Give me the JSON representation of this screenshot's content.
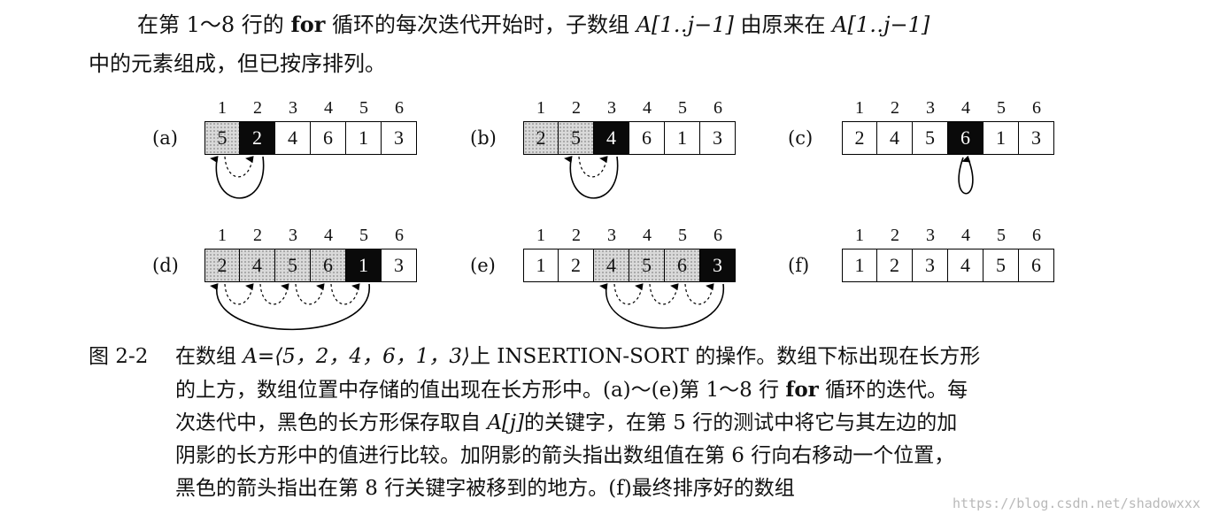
{
  "paragraph": {
    "line1_a": "在第 1～8 行的 ",
    "line1_for": "for",
    "line1_b": " 循环的每次迭代开始时，子数组 ",
    "line1_arr1": "A[1‥j−1]",
    "line1_c": " 由原来在 ",
    "line1_arr2": "A[1‥j−1]",
    "line2": "中的元素组成，但已按序排列。"
  },
  "figure": {
    "indices": [
      "1",
      "2",
      "3",
      "4",
      "5",
      "6"
    ],
    "panels": [
      {
        "label": "(a)",
        "values": [
          "5",
          "2",
          "4",
          "6",
          "1",
          "3"
        ],
        "states": [
          "shade",
          "black",
          "plain",
          "plain",
          "plain",
          "plain"
        ]
      },
      {
        "label": "(b)",
        "values": [
          "2",
          "5",
          "4",
          "6",
          "1",
          "3"
        ],
        "states": [
          "shade",
          "shade",
          "black",
          "plain",
          "plain",
          "plain"
        ]
      },
      {
        "label": "(c)",
        "values": [
          "2",
          "4",
          "5",
          "6",
          "1",
          "3"
        ],
        "states": [
          "plain",
          "plain",
          "plain",
          "black",
          "plain",
          "plain"
        ]
      },
      {
        "label": "(d)",
        "values": [
          "2",
          "4",
          "5",
          "6",
          "1",
          "3"
        ],
        "states": [
          "shade",
          "shade",
          "shade",
          "shade",
          "black",
          "plain"
        ]
      },
      {
        "label": "(e)",
        "values": [
          "1",
          "2",
          "4",
          "5",
          "6",
          "3"
        ],
        "states": [
          "plain",
          "plain",
          "shade",
          "shade",
          "shade",
          "black"
        ]
      },
      {
        "label": "(f)",
        "values": [
          "1",
          "2",
          "3",
          "4",
          "5",
          "6"
        ],
        "states": [
          "plain",
          "plain",
          "plain",
          "plain",
          "plain",
          "plain"
        ]
      }
    ]
  },
  "caption": {
    "head": "图 2-2",
    "l1_a": "在数组 ",
    "l1_arr": "A=⟨5，2，4，6，1，3⟩",
    "l1_b": "上 INSERTION-SORT 的操作。数组下标出现在长方形",
    "l2_a": "的上方，数组位置中存储的值出现在长方形中。(a)～(e)第 1～8 行 ",
    "l2_for": "for",
    "l2_b": " 循环的迭代。每",
    "l3_a": "次迭代中，黑色的长方形保存取自 ",
    "l3_arr": "A[j]",
    "l3_b": "的关键字，在第 5 行的测试中将它与其左边的加",
    "l4": "阴影的长方形中的值进行比较。加阴影的箭头指出数组值在第 6 行向右移动一个位置，",
    "l5": "黑色的箭头指出在第 8 行关键字被移到的地方。(f)最终排序好的数组"
  },
  "watermark": "https://blog.csdn.net/shadowxxx"
}
